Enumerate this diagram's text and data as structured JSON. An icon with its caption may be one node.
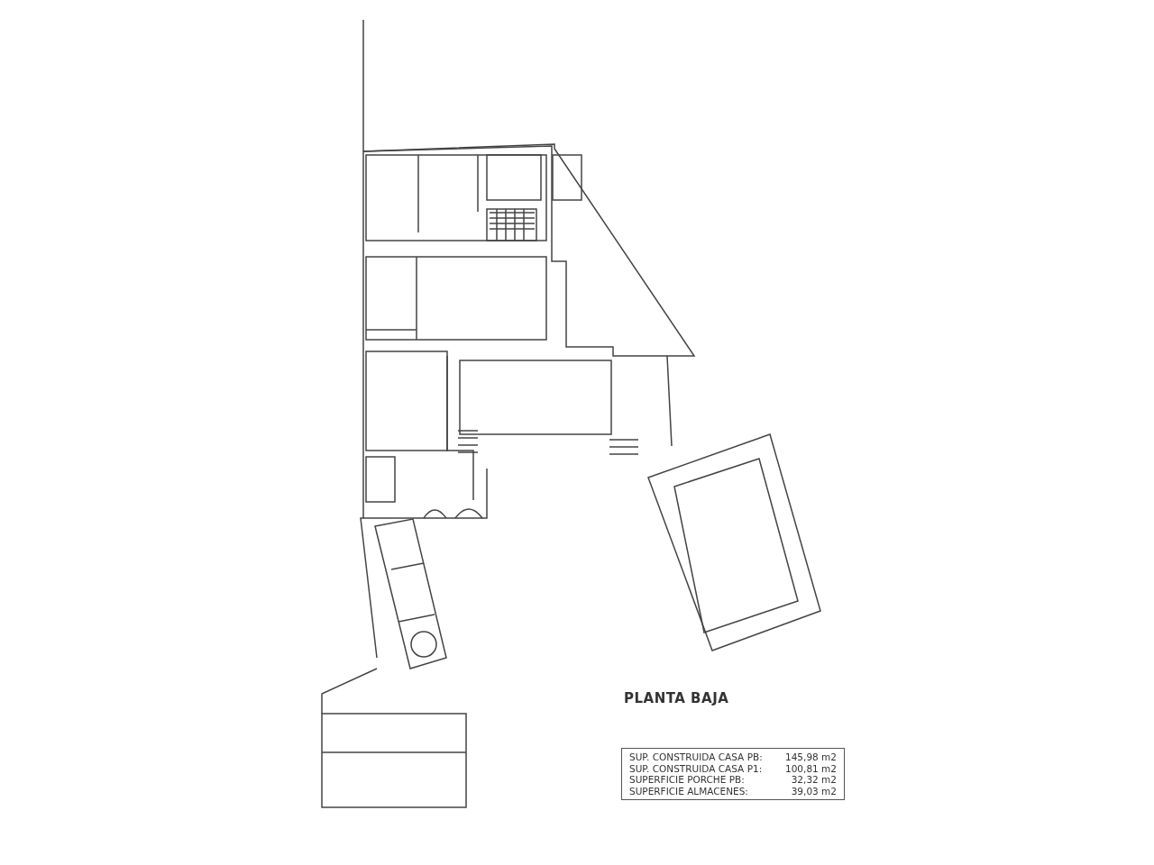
{
  "diagram": {
    "title": "PLANTA BAJA",
    "labels": [
      "SUP. CONSTRUIDA CASA PB:",
      "145,98 m2",
      "SUP. CONSTRUIDA CASA P1:",
      "100,81 m2",
      "SUPERFICIE PORCHE PB:",
      "32,32 m2",
      "SUPERFICIE ALMACENES:",
      "39,03 m2"
    ]
  }
}
